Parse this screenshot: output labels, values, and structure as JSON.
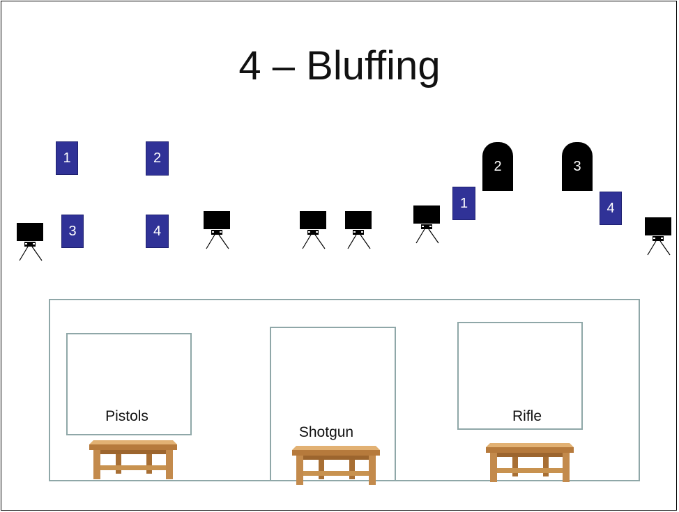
{
  "title": "4 – Bluffing",
  "blue_targets": [
    {
      "label": "1"
    },
    {
      "label": "2"
    },
    {
      "label": "3"
    },
    {
      "label": "4"
    },
    {
      "label": "1"
    },
    {
      "label": "4"
    }
  ],
  "black_targets": [
    {
      "label": "2"
    },
    {
      "label": "3"
    }
  ],
  "positions": [
    {
      "label": "Pistols"
    },
    {
      "label": "Shotgun"
    },
    {
      "label": "Rifle"
    }
  ],
  "colors": {
    "blue_target": "#303297",
    "black_target": "#000000",
    "bay_outline": "#8fa7a8",
    "table_wood": "#c8924f"
  }
}
